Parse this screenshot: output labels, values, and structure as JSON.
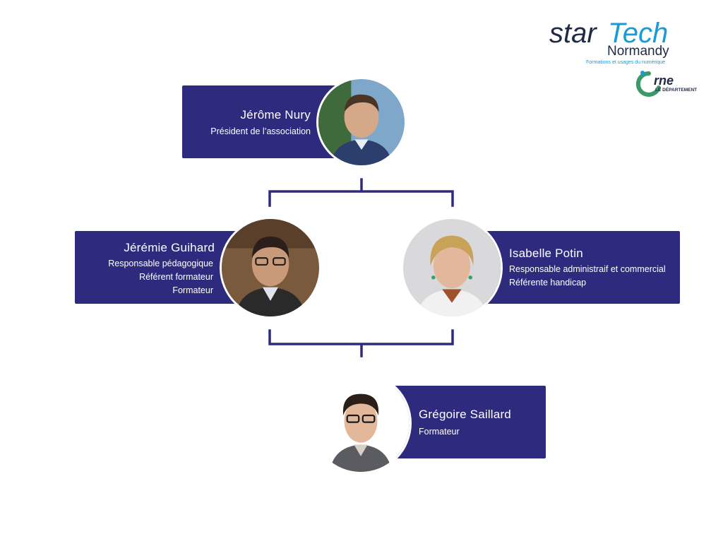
{
  "colors": {
    "navy": "#2e2b7e",
    "connector": "#2e2b7e",
    "brand_blue": "#1a9ad6",
    "brand_dark": "#1f2a44",
    "orne_green": "#3a9a6b"
  },
  "logo": {
    "star": "star",
    "tech": "Tech",
    "normandy": "Normandy",
    "tagline": "Formations et usages du numérique"
  },
  "partner": {
    "brand": "rne",
    "subtitle": "LE DÉPARTEMENT"
  },
  "people": [
    {
      "name": "Jérôme Nury",
      "roles": [
        "Président de l’association"
      ]
    },
    {
      "name": "Jérémie Guihard",
      "roles": [
        "Responsable pédagogique",
        "Référent formateur",
        "Formateur"
      ]
    },
    {
      "name": "Isabelle Potin",
      "roles": [
        "Responsable administraif et commercial",
        "Référente handicap"
      ]
    },
    {
      "name": "Grégoire Saillard",
      "roles": [
        "Formateur"
      ]
    }
  ]
}
